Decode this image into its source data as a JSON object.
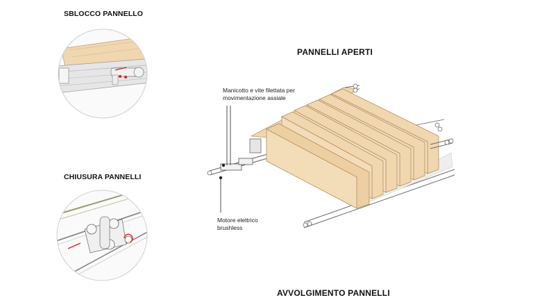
{
  "headings": {
    "sblocco": "SBLOCCO PANNELLO",
    "chiusura": "CHIUSURA PANNELLI",
    "aperti": "PANNELLI APERTI",
    "avvolgimento": "AVVOLGIMENTO PANNELLI"
  },
  "callouts": {
    "manicotto_line1": "Manicotto e vite filettata per",
    "manicotto_line2": "movimentazione assiale",
    "motore_line1": "Motore elettrico",
    "motore_line2": "brushless"
  },
  "colors": {
    "wood": "#f0d7b0",
    "wood_dark": "#ddb98a",
    "metal": "#d9d9d9",
    "metal_dark": "#9a9a9a",
    "accent_red": "#e02020",
    "ink": "#222222"
  }
}
